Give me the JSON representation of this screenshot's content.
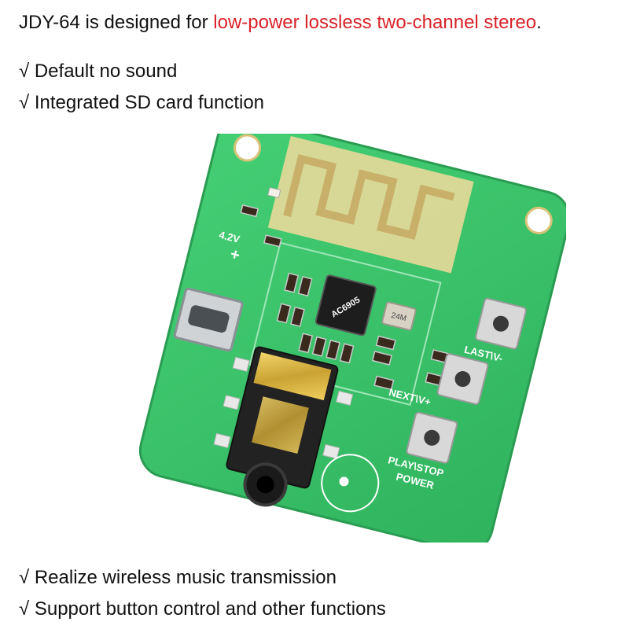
{
  "headline": {
    "prefix": "JDY-64 is designed for ",
    "highlight": "low-power lossless two-channel stereo",
    "suffix": ".",
    "highlight_color": "#d8232a"
  },
  "features_top": [
    "√ Default no sound",
    "√ Integrated SD card function"
  ],
  "features_bottom": [
    "√ Realize wireless music transmission",
    "√ Support button control and other functions"
  ],
  "board": {
    "pcb_color": "#3cc56b",
    "chip_marking": "AC6905",
    "crystal_marking": "24M",
    "voltage_label": "4.2V",
    "plus_label": "+",
    "btn_last_label": "LAST\\V-",
    "btn_next_label": "NEXT\\V+",
    "btn_play_label": "PLAY\\STOP",
    "btn_power_label": "POWER"
  }
}
